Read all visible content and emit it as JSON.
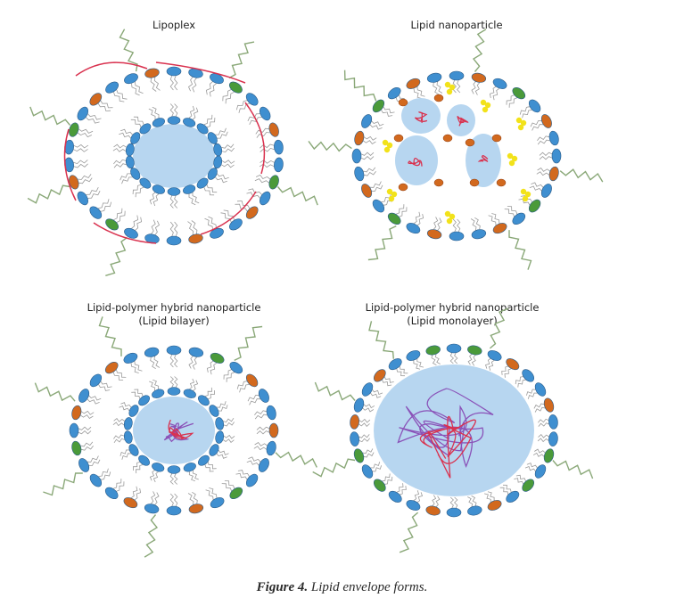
{
  "panels": [
    {
      "id": "lipoplex",
      "title_lines": [
        "Lipoplex"
      ],
      "kind": "lipoplex"
    },
    {
      "id": "lipid-nanoparticle",
      "title_lines": [
        "Lipid nanoparticle"
      ],
      "kind": "lnp"
    },
    {
      "id": "lph-bilayer",
      "title_lines": [
        "Lipid-polymer hybrid nanoparticle",
        "(Lipid bilayer)"
      ],
      "kind": "bilayer"
    },
    {
      "id": "lph-monolayer",
      "title_lines": [
        "Lipid-polymer hybrid nanoparticle",
        "(Lipid monolayer)"
      ],
      "kind": "monolayer"
    }
  ],
  "caption": {
    "label": "Figure 4.",
    "text": " Lipid envelope forms."
  },
  "colors": {
    "lipid_head_blue": "#3f8fd0",
    "lipid_head_orange": "#d2691e",
    "lipid_head_green": "#4a9a3a",
    "tail": "#9a9a9a",
    "peg": "#8aa878",
    "core_fill": "#b7d6f0",
    "nucleic_acid": "#d9324f",
    "polymer": "#8a52b8",
    "ionizable_lipid": "#f2e21a"
  }
}
